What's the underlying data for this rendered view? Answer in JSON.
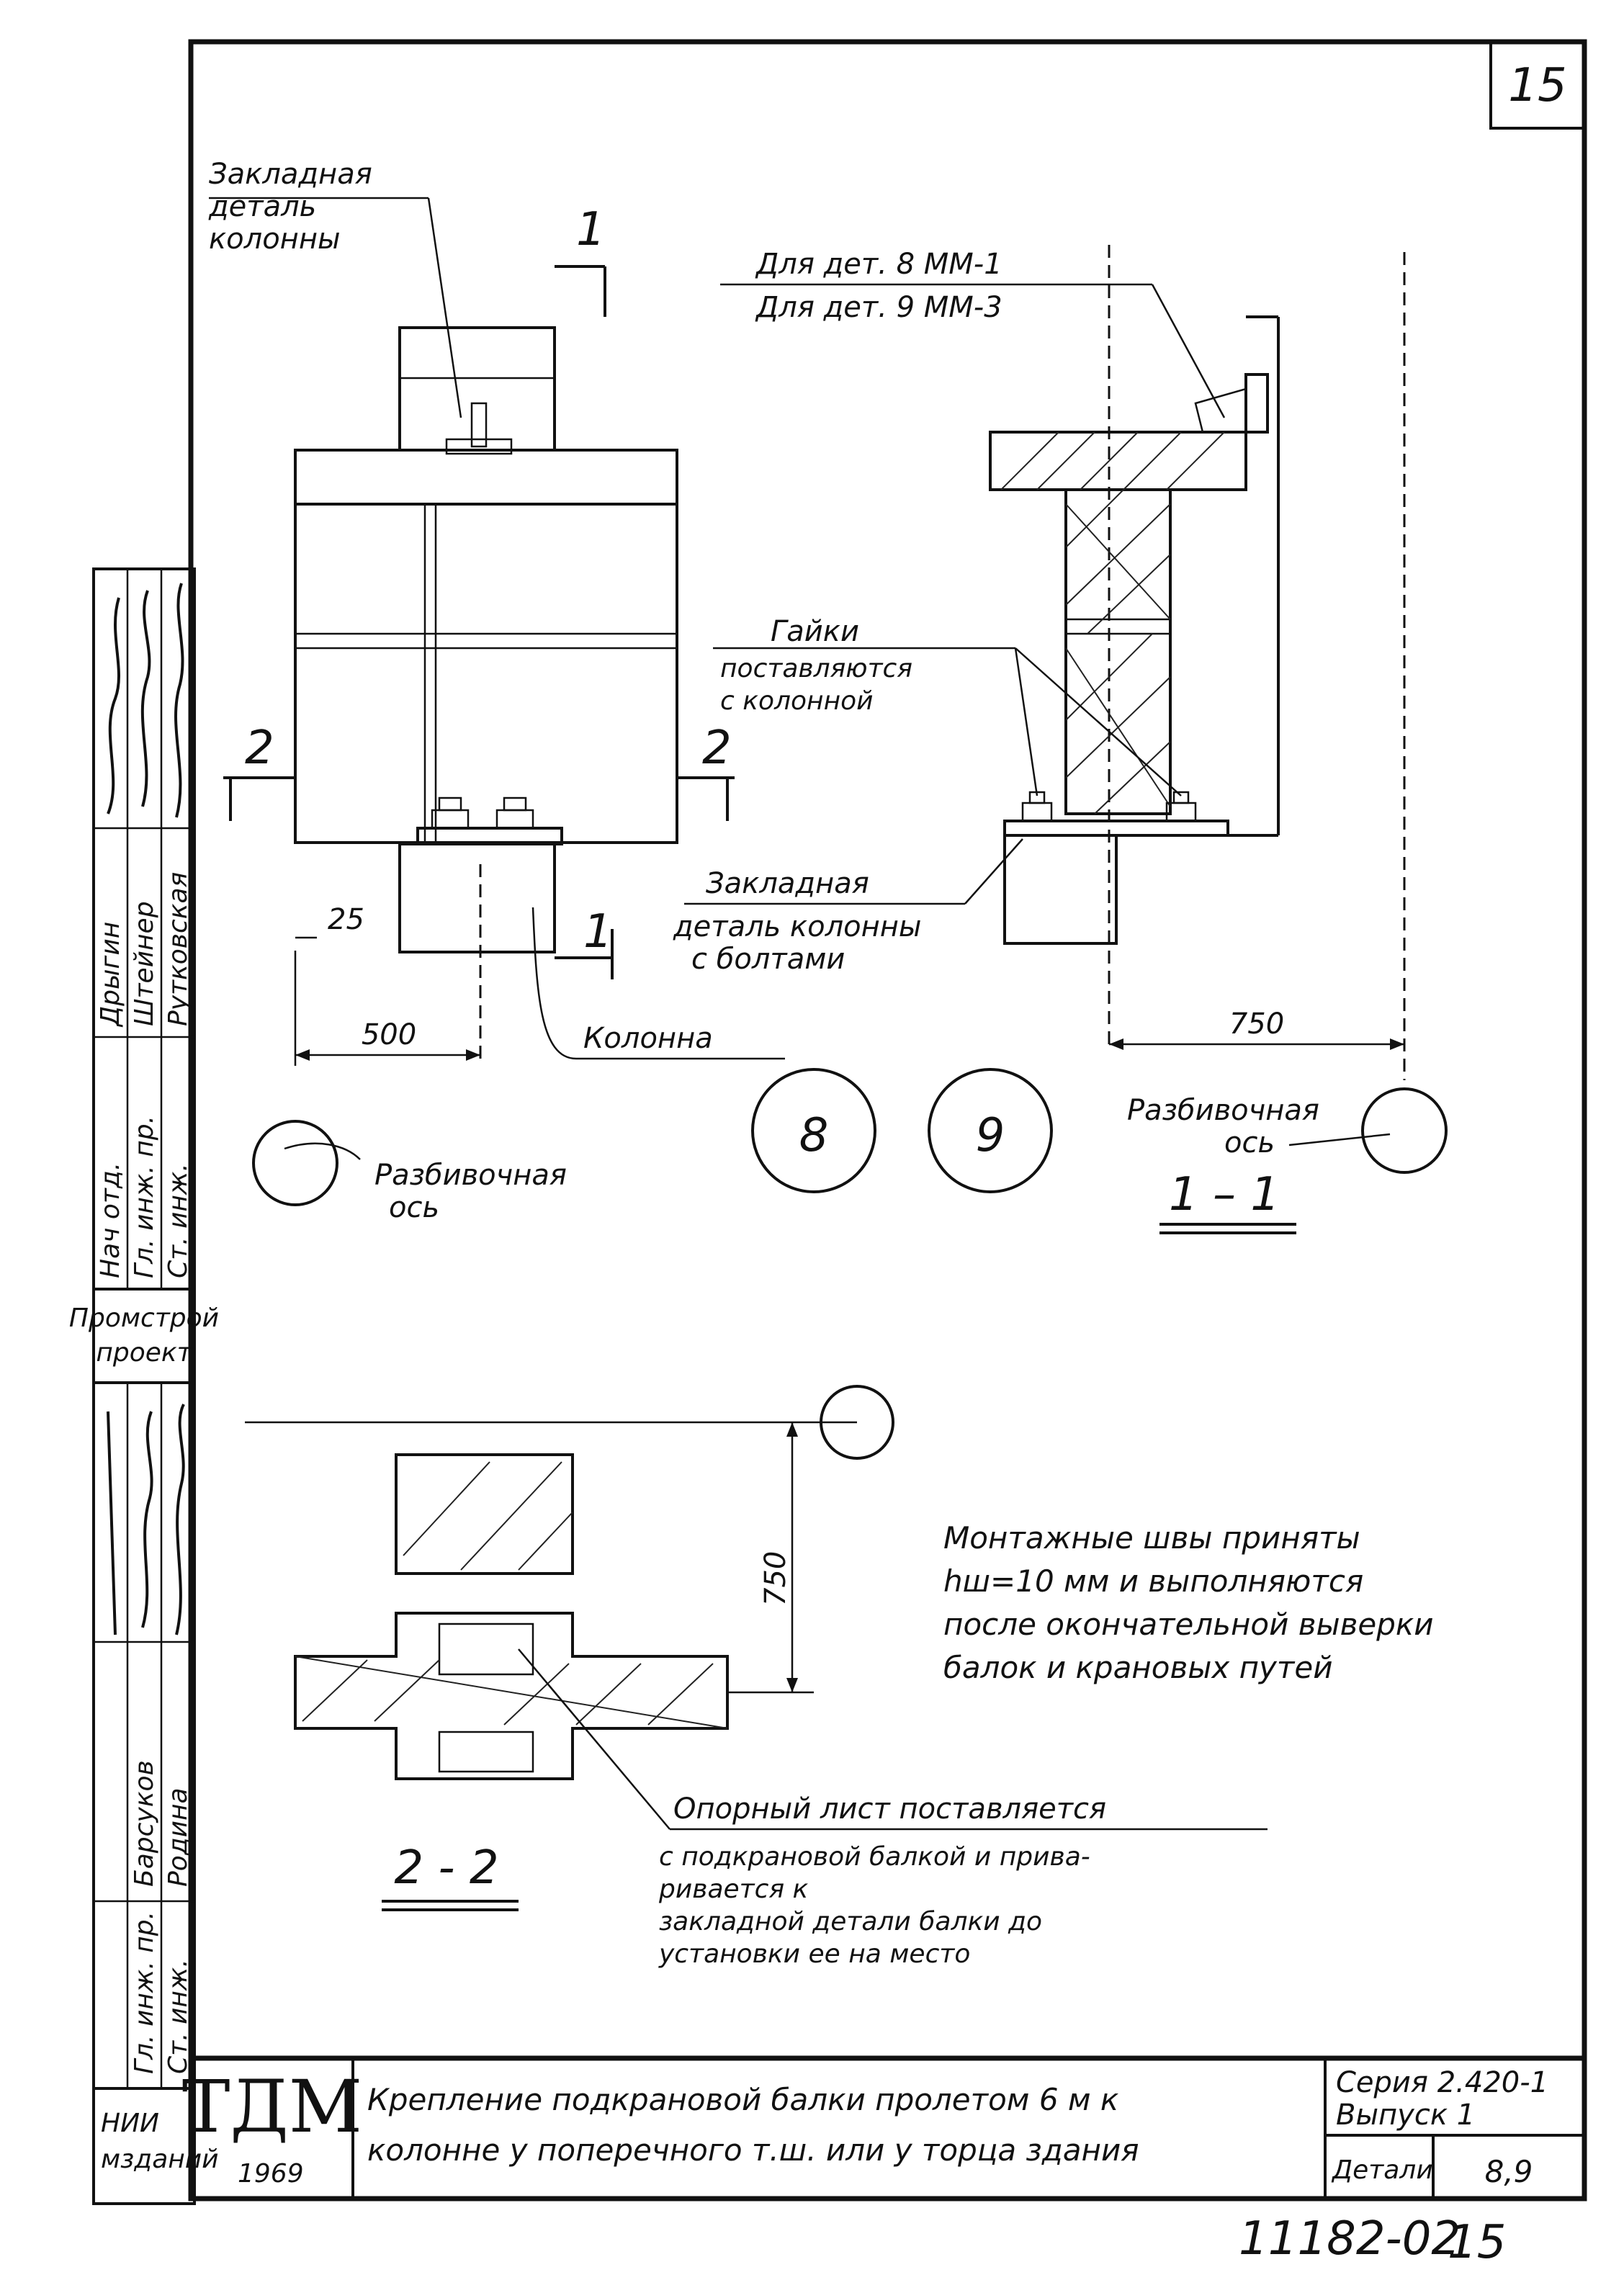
{
  "sheet": {
    "number": "15",
    "doc_code": "11182-02",
    "doc_page": "15"
  },
  "view_front": {
    "embedded_label_l1": "Закладная",
    "embedded_label_l2": "деталь",
    "embedded_label_l3": "колонны",
    "section_mark_1": "1",
    "section_mark_2": "2",
    "dim_25": "25",
    "dim_500": "500",
    "column_label": "Колонна",
    "axis_label_l1": "Разбивочная",
    "axis_label_l2": "ось"
  },
  "view_section": {
    "det8": "Для дет. 8  ММ-1",
    "det9": "Для дет. 9  ММ-3",
    "nuts_l1": "Гайки",
    "nuts_l2": "поставляются",
    "nuts_l3": "с колонной",
    "embedded_l1": "Закладная",
    "embedded_l2": "деталь колонны",
    "embedded_l3": "с болтами",
    "dim_750": "750",
    "axis_label_l1": "Разбивочная",
    "axis_label_l2": "ось",
    "section_title": "1 – 1"
  },
  "details": {
    "circle_8": "8",
    "circle_9": "9"
  },
  "view_plan": {
    "dim_750": "750",
    "section_title": "2 - 2",
    "support_l1": "Опорный лист поставляется",
    "support_l2": "с подкрановой балкой и прива-",
    "support_l3": "ривается к",
    "support_l4": "закладной детали балки до",
    "support_l5": "установки ее на место"
  },
  "notes": {
    "l1": "Монтажные  швы  приняты",
    "l2": "hш=10 мм и выполняются",
    "l3": "после окончательной выверки",
    "l4": "балок и крановых путей"
  },
  "left_stamp": {
    "roles": [
      "Нач отд.",
      "Гл. инж. пр.",
      "Ст. инж."
    ],
    "names": [
      "Дрыгин",
      "Штейнер",
      "Рутковская"
    ],
    "roles2": [
      "Гл. инж. пр.",
      "Ст. инж."
    ],
    "names2": [
      "Барсуков",
      "Родина"
    ],
    "org_l1": "Промстрой",
    "org_l2": "проект",
    "inst_l1": "НИИ",
    "inst_l2": "мзданий"
  },
  "title_block": {
    "logo": "ТДМ",
    "year": "1969",
    "title_l1": "Крепление подкрановой балки пролетом 6 м к",
    "title_l2": "колонне у поперечного т.ш. или у торца здания",
    "series": "Серия 2.420-1",
    "issue": "Выпуск 1",
    "details_label": "Детали",
    "details_value": "8,9"
  }
}
